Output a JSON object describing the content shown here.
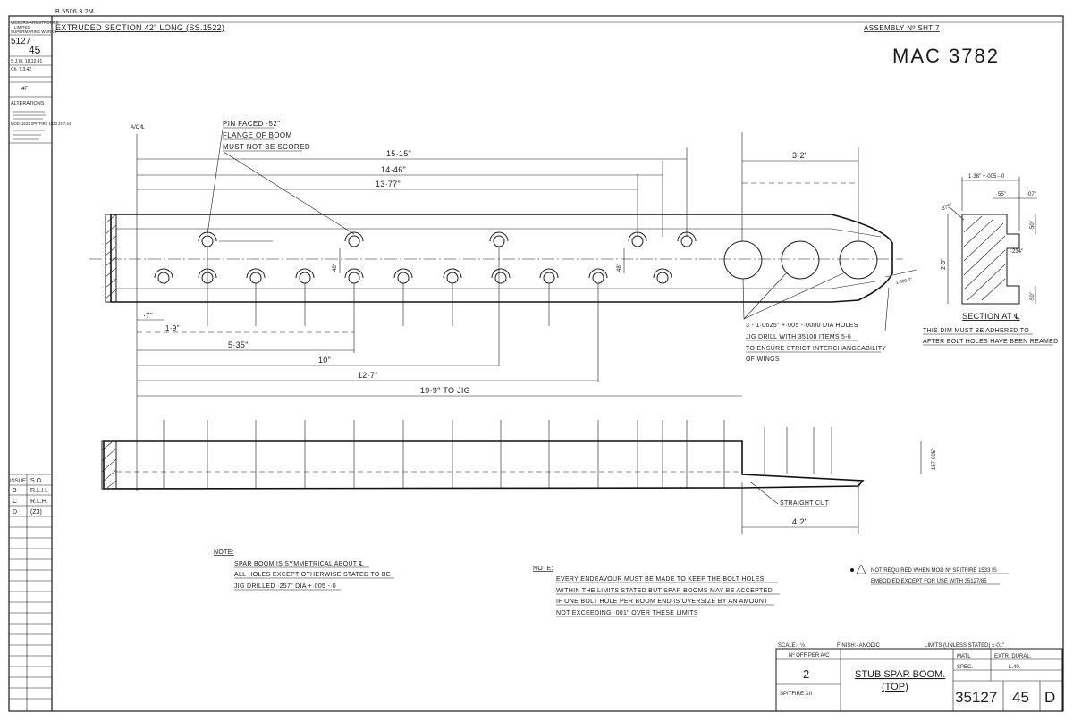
{
  "header": {
    "top_ref": "B.5506 3.2M.",
    "title": "EXTRUDED SECTION 42\" LONG (SS.1522)",
    "assembly": "ASSEMBLY Nº SHT 7",
    "mac_number": "MAC 3782"
  },
  "left_block": {
    "lines": [
      "VICKERS-ARMSTRONGS",
      "LIMITED",
      "SUPERMARINE WORKS"
    ],
    "drawing_no_top": "5127",
    "sheet_no": "45",
    "drawn": "S.J.W. 18.12.41",
    "checked": "Ch. 7.3.42",
    "issue_letter": "4F",
    "alterations_heading": "ALTERATIONS",
    "alterations_note": "MOD. 1533 SPITFIRE 1533 24.7.44"
  },
  "issue_table": {
    "rows": [
      {
        "issue": "ISSUE",
        "by": "S.O."
      },
      {
        "issue": "B",
        "by": "R.L.H."
      },
      {
        "issue": "C",
        "by": "R.L.H."
      },
      {
        "issue": "D",
        "by": "(Z3)"
      }
    ]
  },
  "dimensions": {
    "top": [
      "15·15\"",
      "14·46\"",
      "13·77\""
    ],
    "bottom": [
      "·7\"",
      "1·9\"",
      "5·35\"",
      "10\"",
      "12·7\"",
      "19·9\" TO JIG"
    ],
    "right_top": "3·2\"",
    "straight_cut_len": "4·2\"",
    "hole_offset": "·48\"",
    "section_width": "1·38\" +·005 -·0",
    "section_v1": "·55\"",
    "section_v2": "·07\"",
    "section_v3": "·375\"",
    "section_v4": "·50\"",
    "section_v5": "·234\"",
    "section_v6": "·50\"",
    "section_height": "2·5\"",
    "bolt_dim": "1·590·2\"",
    "thickness": "·157·005\""
  },
  "annotations": {
    "pin_faced_1": "PIN FACED ·52\"",
    "pin_faced_2": "FLANGE OF BOOM",
    "pin_faced_3": "MUST NOT BE SCORED",
    "bolt_holes_1": "3 - 1·0625\" +·005 -·0000 DIA HOLES",
    "bolt_holes_2": "JIG DRILL WITH 35108 ITEMS 5-6",
    "bolt_holes_3": "TO ENSURE STRICT INTERCHANGEABILITY",
    "bolt_holes_4": "OF WINGS",
    "dim_note_1": "THIS DIM MUST BE ADHERED TO",
    "dim_note_2": "AFTER BOLT HOLES HAVE BEEN REAMED",
    "section_label": "SECTION AT ℄",
    "straight_cut": "STRAIGHT CUT",
    "ac_mark": "A/C ℄"
  },
  "notes": {
    "note1_heading": "NOTE:",
    "note1_lines": [
      "SPAR BOOM IS SYMMETRICAL ABOUT ℄",
      "ALL HOLES EXCEPT OTHERWISE STATED TO BE",
      "JIG DRILLED ·257\" DIA +·005 -·0"
    ],
    "note2_heading": "NOTE:",
    "note2_lines": [
      "EVERY ENDEAVOUR MUST BE MADE TO KEEP THE BOLT HOLES",
      "WITHIN THE LIMITS STATED BUT SPAR BOOMS MAY BE ACCEPTED",
      "IF ONE BOLT HOLE PER BOOM END IS OVERSIZE BY AN AMOUNT",
      "NOT EXCEEDING ·001\" OVER THESE LIMITS"
    ],
    "note3_lines": [
      "NOT REQUIRED WHEN MOD Nº SPITFIRE 1533 IS",
      "EMBODIED EXCEPT FOR USE WITH 35127/85"
    ]
  },
  "title_block": {
    "scale": "SCALE:- ½",
    "finish": "FINISH:- ANODIC",
    "limits": "LIMITS (UNLESS STATED) ±·01\"",
    "no_off_label": "Nº OFF PER A/C",
    "no_off": "2",
    "aircraft": "SPITFIRE XII",
    "title_1": "STUB SPAR BOOM.",
    "title_2": "(TOP)",
    "mat_label": "MATL",
    "mat_value": "EXTR. DURAL.",
    "spec_label": "SPEC.",
    "spec_value": "L.40.",
    "drawing_no": "35127",
    "sheet": "45",
    "issue": "D"
  }
}
